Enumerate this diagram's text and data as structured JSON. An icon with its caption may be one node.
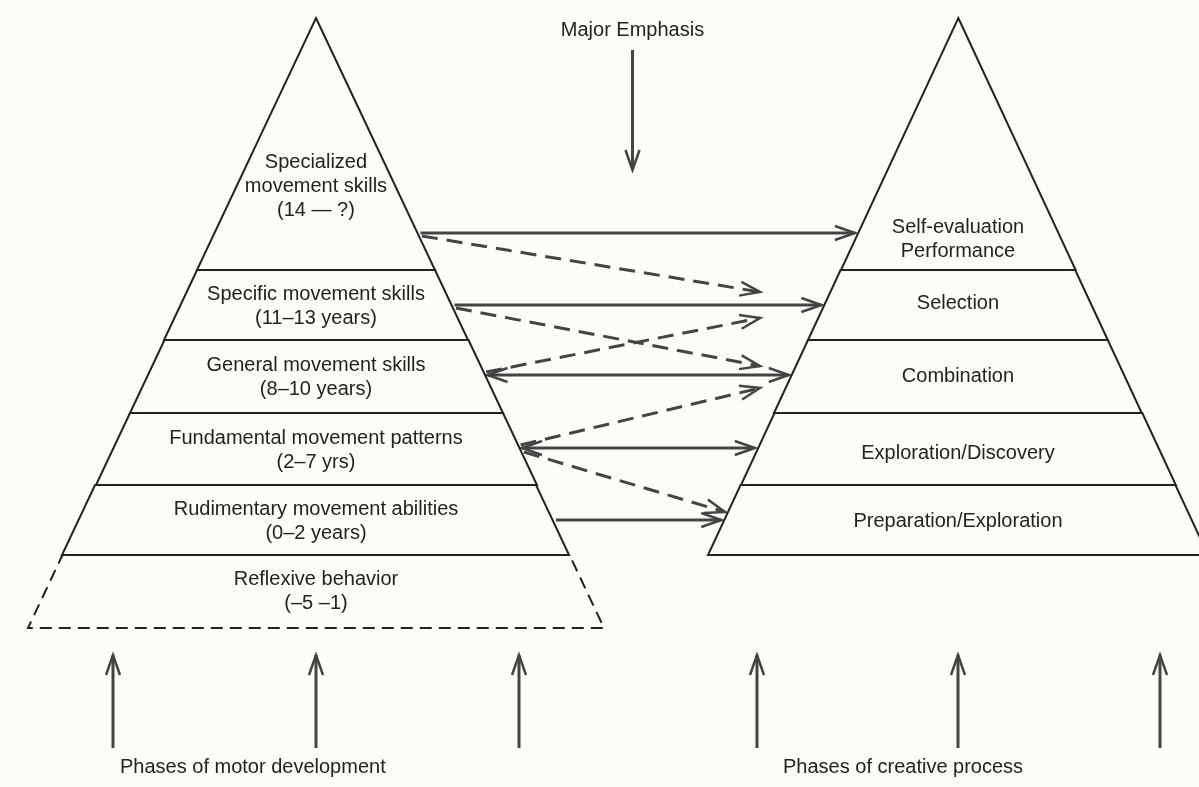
{
  "diagram": {
    "nodes": [
      {
        "text": [
          "Specialized movement skills (14 — ?)"
        ]
      },
      {
        "text": [
          "Specific movement skills (11–13 years)"
        ]
      },
      {
        "text": [
          "General movement skills (8–10 years)"
        ]
      },
      {
        "text": [
          "Fundamental movement patterns (2–7 yrs)"
        ]
      },
      {
        "text": [
          "Rudimentary movement abilities (0–2 years)"
        ]
      },
      {
        "text": [
          "Reflexive behavior (–5 –1)"
        ]
      },
      {
        "text": [
          "Self-evaluation Performance"
        ]
      },
      {
        "text": [
          "Selection"
        ]
      },
      {
        "text": [
          "Combination"
        ]
      },
      {
        "text": [
          "Exploration/Discovery"
        ]
      },
      {
        "text": [
          "Preparation/Exploration"
        ]
      },
      {
        "text": [
          "Major Emphasis"
        ]
      }
    ],
    "edges": [
      {
        "from": 0,
        "to": 6,
        "arrow": "to"
      },
      {
        "from": 0,
        "to": 7,
        "arrow": "to",
        "style": "dashed"
      },
      {
        "from": 1,
        "to": 7,
        "arrow": "to"
      },
      {
        "from": 1,
        "to": 8,
        "arrow": "to",
        "style": "dashed"
      },
      {
        "from": 2,
        "to": 8,
        "arrow": "both"
      },
      {
        "from": 2,
        "to": 7,
        "arrow": "to",
        "style": "dashed"
      },
      {
        "from": 3,
        "to": 8,
        "arrow": "to",
        "style": "dashed"
      },
      {
        "from": 3,
        "to": 9,
        "arrow": "both"
      },
      {
        "from": 3,
        "to": 10,
        "arrow": "to",
        "style": "dashed"
      },
      {
        "from": 4,
        "to": 10,
        "arrow": "to"
      },
      {
        "from": 11,
        "to": null,
        "arrow": "to"
      }
    ],
    "labels": [
      "Phases of motor development",
      "Phases of creative process"
    ]
  }
}
